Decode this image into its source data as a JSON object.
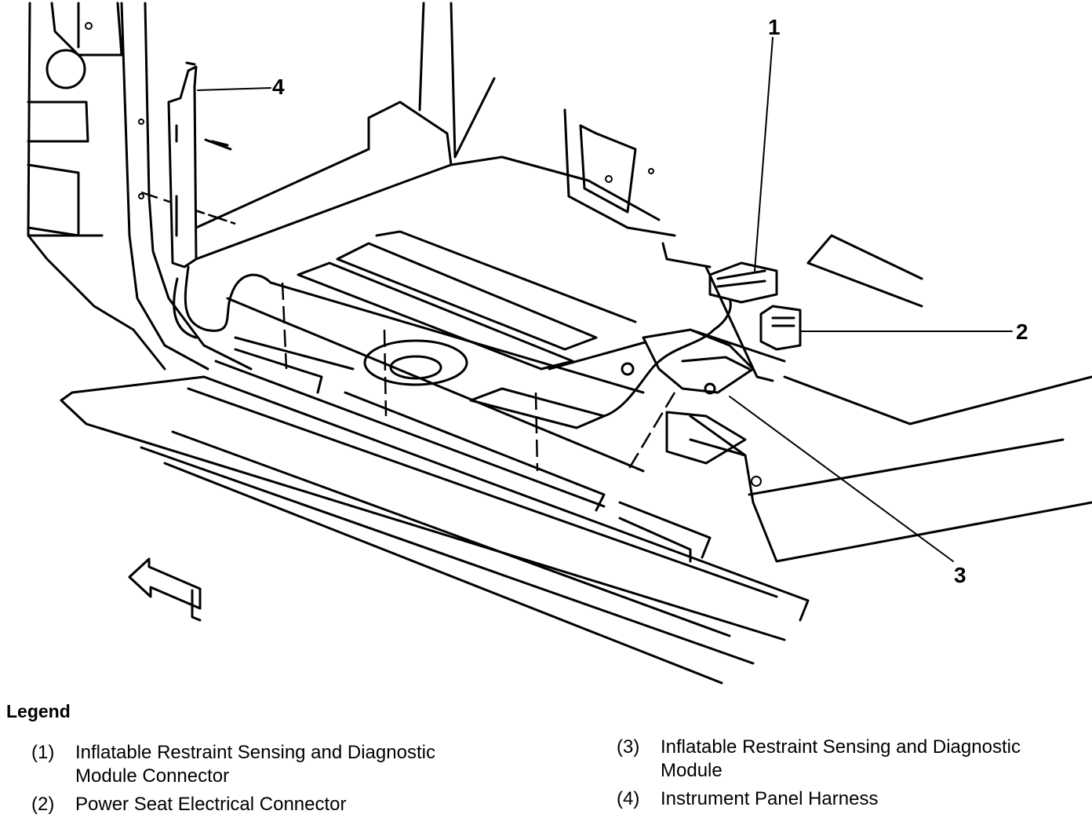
{
  "callouts": [
    "1",
    "2",
    "3",
    "4"
  ],
  "legend": {
    "title": "Legend",
    "items": [
      {
        "num": "(1)",
        "text": "Inflatable Restraint Sensing and Diagnostic\nModule Connector"
      },
      {
        "num": "(2)",
        "text": "Power Seat Electrical Connector"
      },
      {
        "num": "(3)",
        "text": "Inflatable Restraint Sensing and Diagnostic\nModule"
      },
      {
        "num": "(4)",
        "text": "Instrument Panel Harness"
      }
    ]
  }
}
